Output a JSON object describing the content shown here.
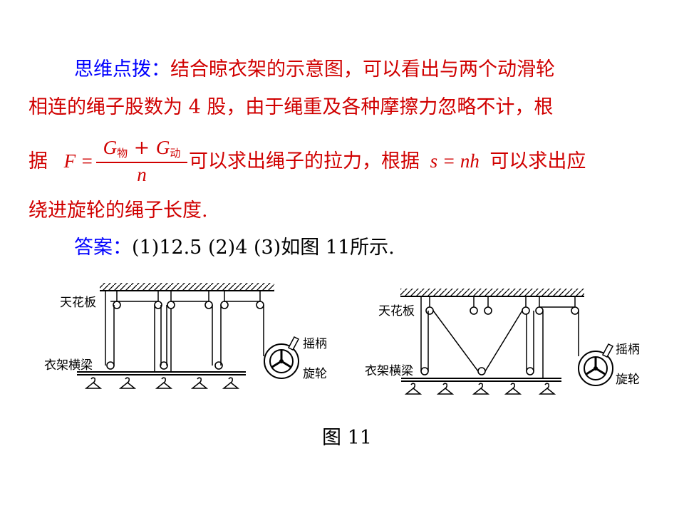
{
  "hint": {
    "label": "思维点拨：",
    "line1_rest": "结合晾衣架的示意图，可以看出与两个动滑轮",
    "line2": "相连的绳子股数为  4 股，由于绳重及各种摩擦力忽略不计，根",
    "line3_prefix": "据",
    "formula_lhs": "F =",
    "formula_num_G1": "G",
    "formula_num_sub1": "物",
    "formula_num_plus": " + ",
    "formula_num_G2": "G",
    "formula_num_sub2": "动",
    "formula_den": "n",
    "line3_mid": "可以求出绳子的拉力，根据",
    "formula2": "s = nh",
    "line3_suffix": "可以求出应",
    "line4": "绕进旋轮的绳子长度."
  },
  "answer": {
    "label": "答案：",
    "text": "(1)12.5   (2)4   (3)如图 11所示."
  },
  "figure": {
    "left": {
      "ceiling_label": "天花板",
      "beam_label": "衣架横梁",
      "handle_label": "摇柄",
      "wheel_label": "旋轮"
    },
    "right": {
      "ceiling_label": "天花板",
      "beam_label": "衣架横梁",
      "handle_label": "摇柄",
      "wheel_label": "旋轮"
    },
    "caption": "图  11"
  },
  "colors": {
    "label": "#0000ff",
    "body": "#d00000"
  }
}
